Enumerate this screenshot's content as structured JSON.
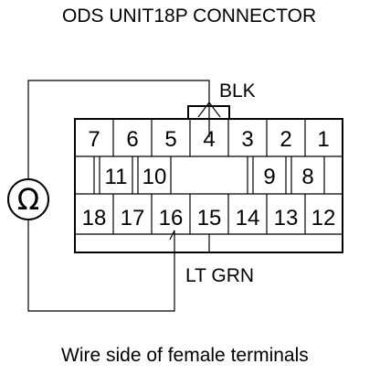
{
  "header": {
    "title": "ODS UNIT18P CONNECTOR"
  },
  "labels": {
    "blk": "BLK",
    "lt_grn": "LT GRN"
  },
  "caption": "Wire side of female terminals",
  "meter": {
    "symbol": "Ω",
    "icon": "ohmmeter-icon"
  },
  "connector": {
    "row1": [
      "7",
      "6",
      "5",
      "4",
      "3",
      "2",
      "1"
    ],
    "row2": [
      "11",
      "10",
      "9",
      "8"
    ],
    "row3": [
      "18",
      "17",
      "16",
      "15",
      "14",
      "13",
      "12"
    ]
  }
}
